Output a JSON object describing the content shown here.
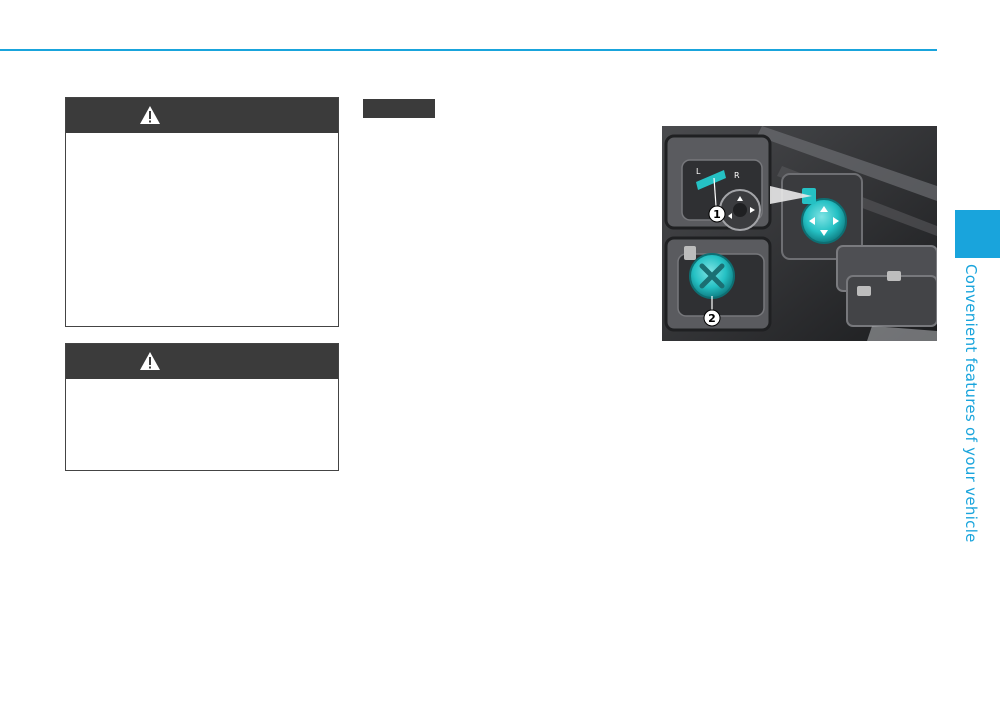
{
  "side_tab": {
    "chapter_title": "Convenient features of your vehicle"
  },
  "figure": {
    "callouts": [
      "1",
      "2"
    ],
    "switch_labels": [
      "L",
      "R"
    ]
  },
  "colors": {
    "accent": "#19a4dc",
    "header_dark": "#3b3b3b",
    "highlight_teal": "#25c1c4"
  },
  "icons": [
    "warning-triangle-icon",
    "warning-triangle-icon"
  ]
}
